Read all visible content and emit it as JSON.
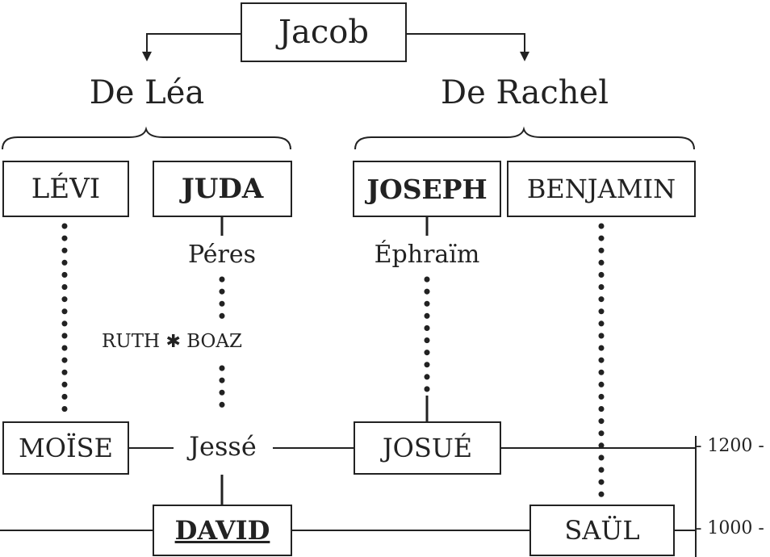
{
  "root": {
    "name": "Jacob",
    "branch_left": "De Léa",
    "branch_right": "De Rachel"
  },
  "tribes": {
    "levi": "LÉVI",
    "juda": "JUDA",
    "joseph": "JOSEPH",
    "benjamin": "BENJAMIN"
  },
  "descendants": {
    "peres": "Péres",
    "ephraim": "Éphraïm",
    "ruth": "RUTH",
    "union_symbol": "✱",
    "boaz": "BOAZ",
    "moise": "MOÏSE",
    "jesse": "Jessé",
    "josue": "JOSUÉ",
    "david": "DAVID",
    "saul": "SAÜL"
  },
  "timeline": {
    "mark_upper": "- 1200 -",
    "mark_lower": "- 1000 -"
  },
  "colors": {
    "ink": "#222222",
    "background": "#ffffff"
  }
}
